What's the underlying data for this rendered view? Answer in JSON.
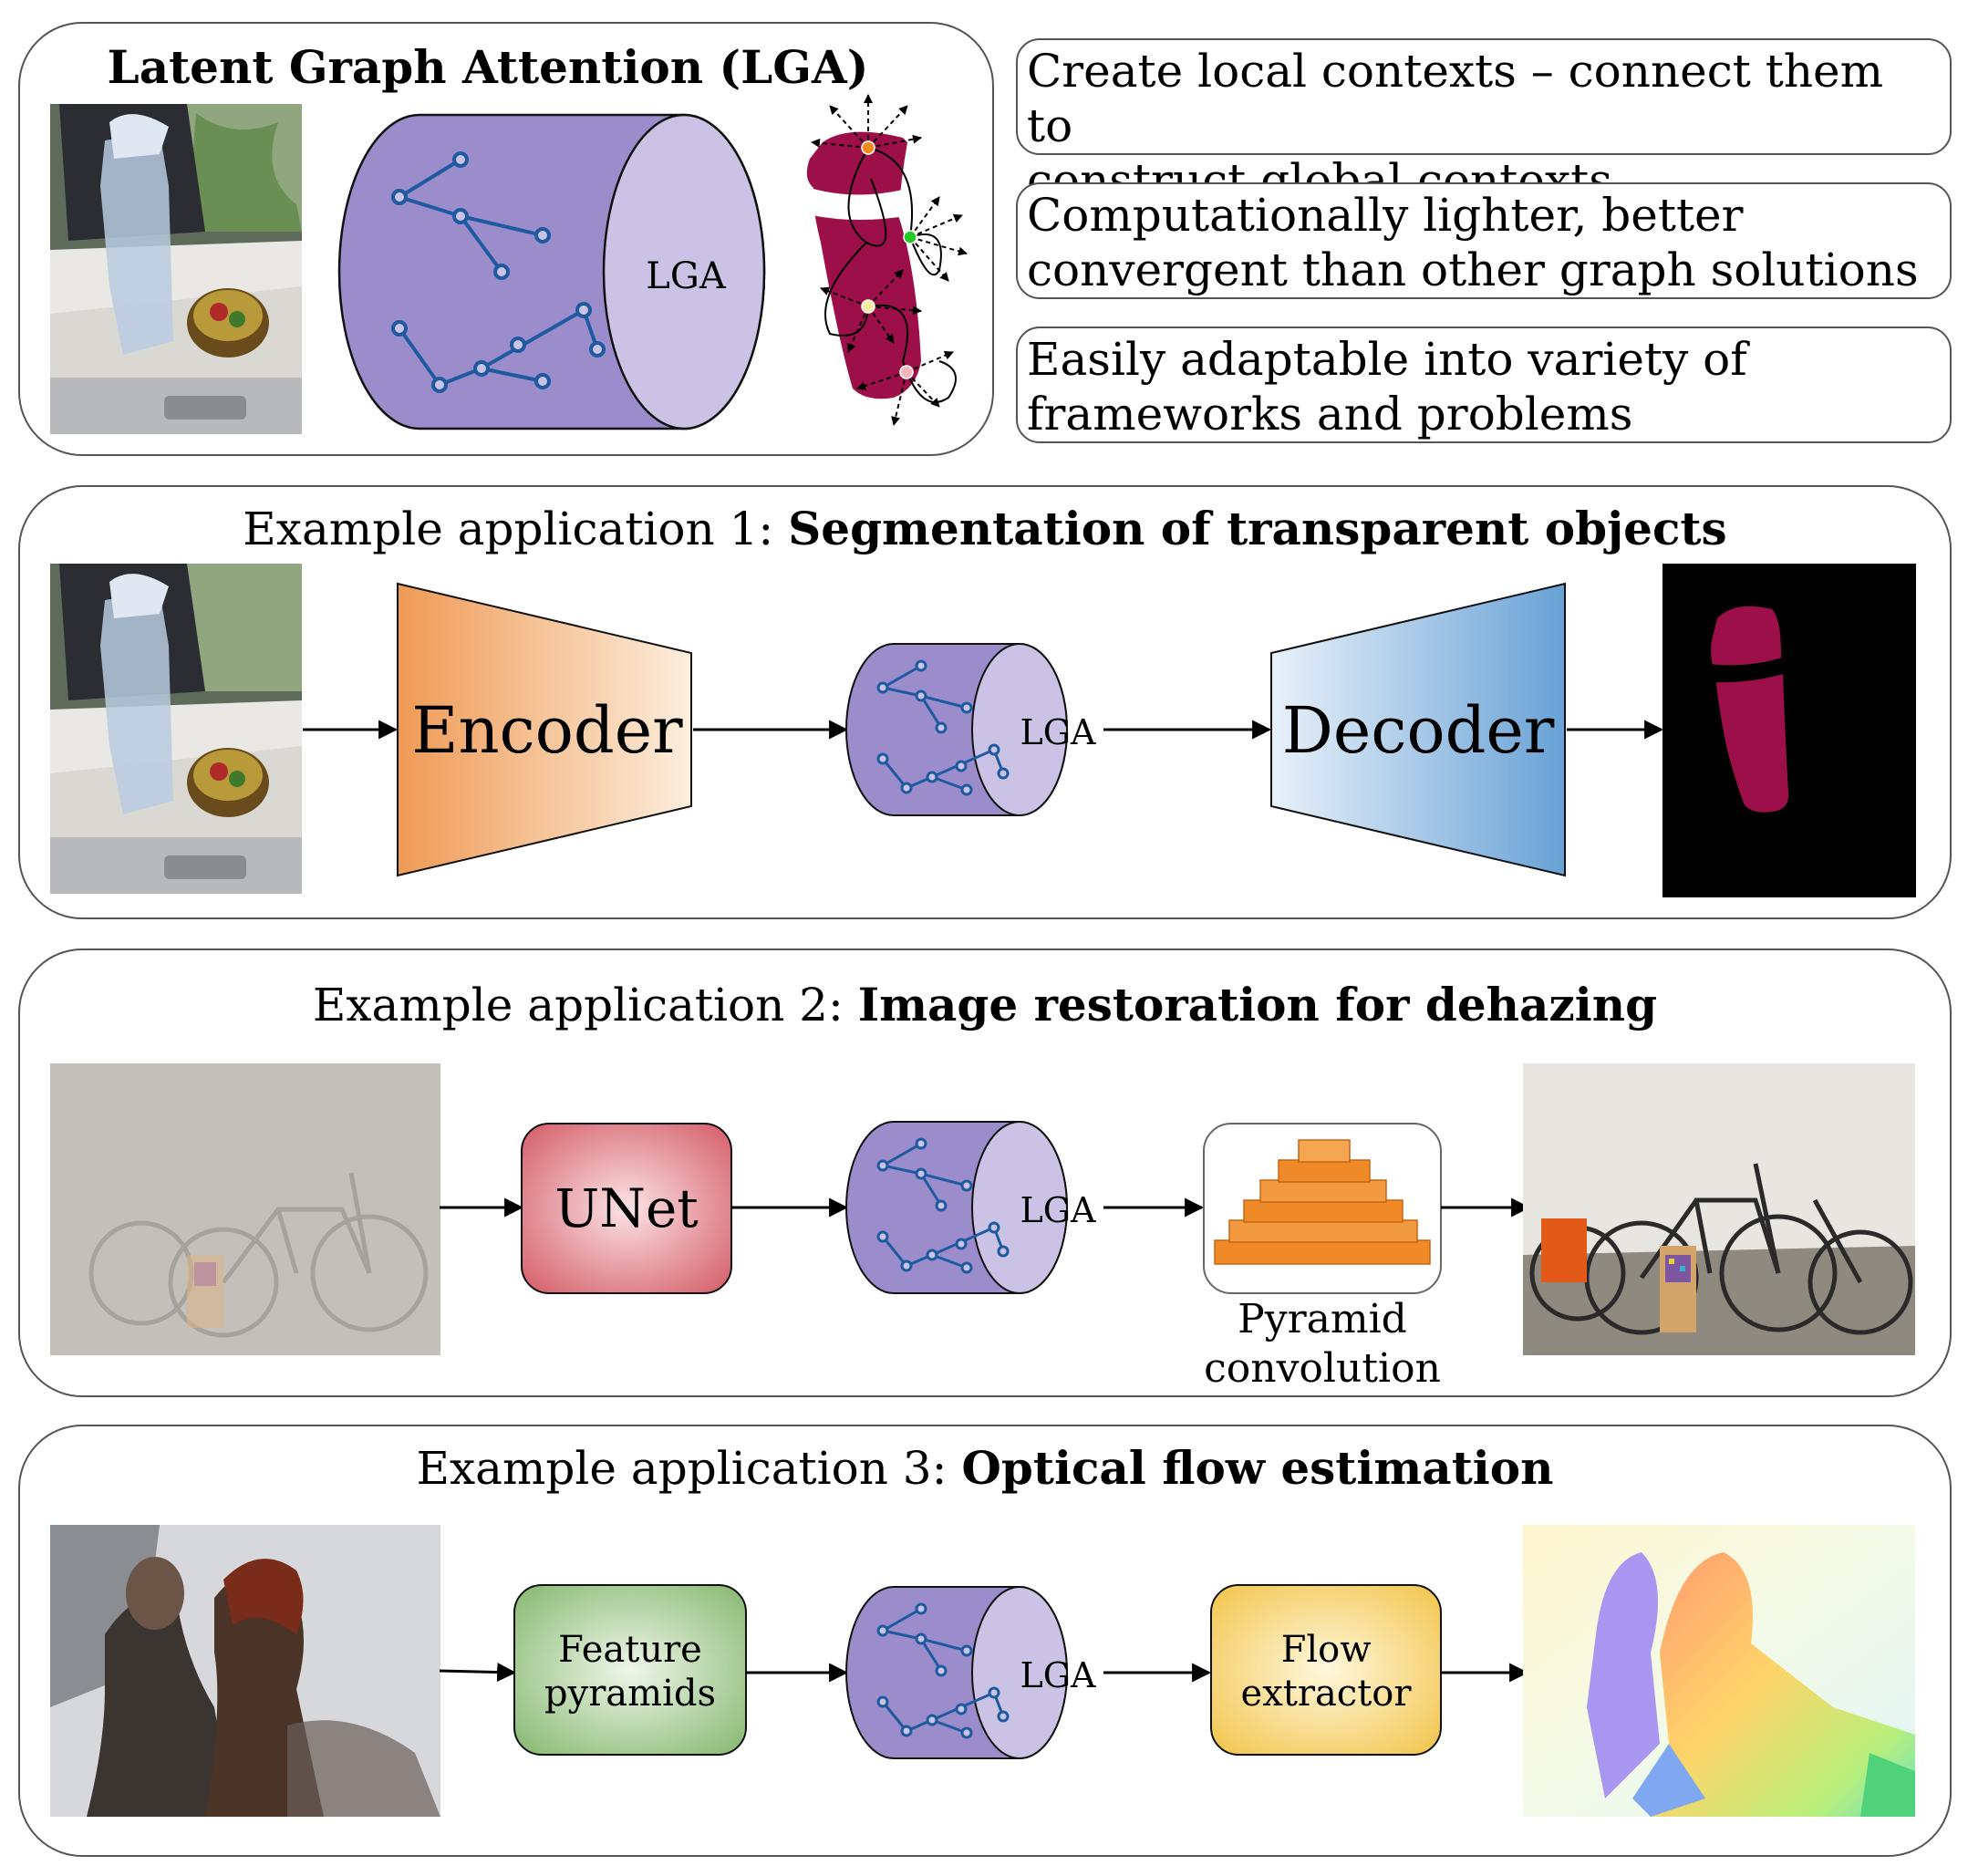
{
  "header": {
    "title": "Latent Graph Attention (LGA)",
    "cylinder_label": "LGA"
  },
  "bullets": [
    {
      "line1": "Create local contexts – connect them to",
      "line2": "construct global contexts"
    },
    {
      "line1": "Computationally lighter, better",
      "line2": "convergent than other graph solutions"
    },
    {
      "line1": "Easily adaptable into variety of",
      "line2": "frameworks and problems"
    }
  ],
  "app1": {
    "prefix": "Example application 1: ",
    "title": "Segmentation of transparent objects",
    "encoder": "Encoder",
    "lga": "LGA",
    "decoder": "Decoder"
  },
  "app2": {
    "prefix": "Example application 2: ",
    "title": "Image restoration for dehazing",
    "unet": "UNet",
    "lga": "LGA",
    "pyramid_line1": "Pyramid",
    "pyramid_line2": "convolution"
  },
  "app3": {
    "prefix": "Example application 3: ",
    "title": "Optical flow estimation",
    "feature_line1": "Feature",
    "feature_line2": "pyramids",
    "lga": "LGA",
    "flow_line1": "Flow",
    "flow_line2": "extractor"
  },
  "colors": {
    "cylinder_body": "#9b8ccb",
    "cylinder_face": "#cbc3e5",
    "graph": "#1f5aa0",
    "mask": "#9c0f48",
    "encoder": "#f0a060",
    "decoder": "#6ea6d8",
    "unet": "#d8656e",
    "feature": "#8fbf7a",
    "flow": "#f5c850",
    "pyramid": "#f08a28"
  }
}
